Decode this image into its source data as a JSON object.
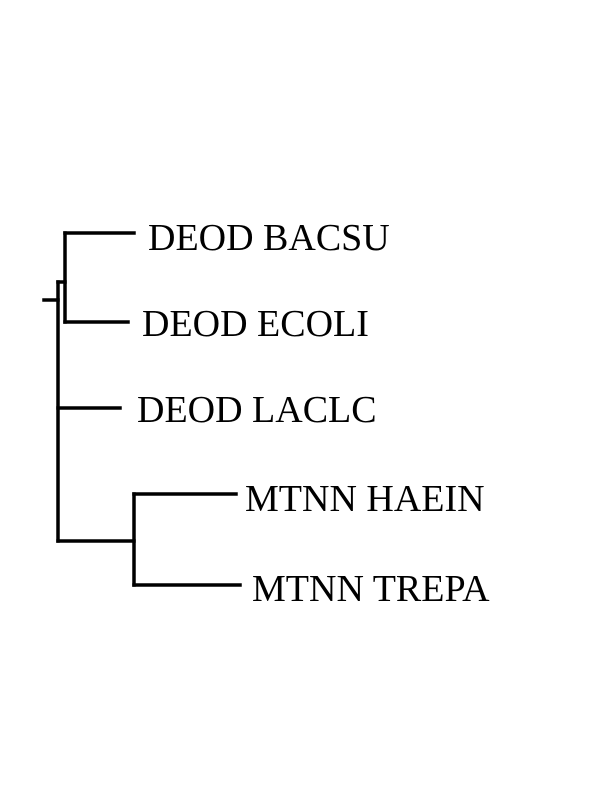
{
  "tree": {
    "leaves": [
      {
        "label": "DEOD BACSU"
      },
      {
        "label": "DEOD ECOLI"
      },
      {
        "label": "DEOD LACLC"
      },
      {
        "label": "MTNN HAEIN"
      },
      {
        "label": "MTNN TREPA"
      }
    ],
    "line_color": "#000000",
    "text_color": "#000000"
  }
}
